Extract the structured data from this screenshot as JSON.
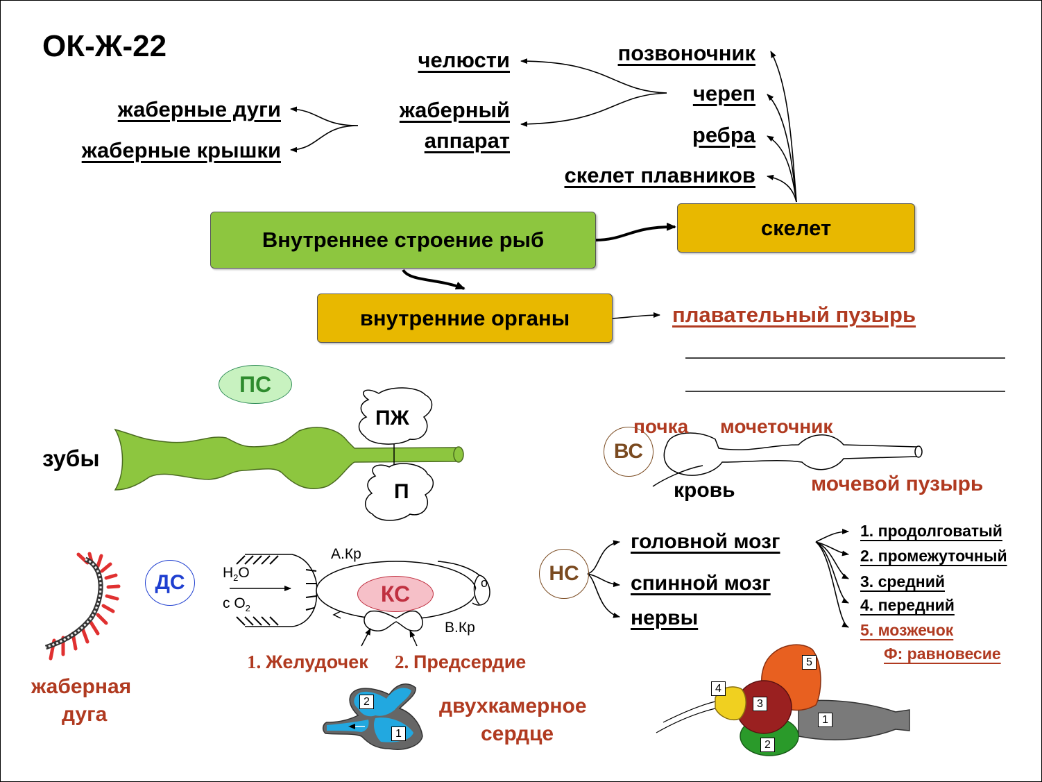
{
  "title": "ОК-Ж-22",
  "colors": {
    "green": "#8dc63f",
    "yellow": "#e8b800",
    "red_text": "#b03a20",
    "blue": "#1f3fd0",
    "heart_blue": "#22a8e0"
  },
  "main_box": "Внутреннее строение рыб",
  "skeleton": {
    "box": "скелет",
    "items": [
      "позвоночник",
      "череп",
      "ребра",
      "скелет плавников"
    ],
    "skull_parts": [
      "челюсти",
      "жаберный",
      "аппарат"
    ],
    "gill_parts": [
      "жаберные дуги",
      "жаберные крышки"
    ]
  },
  "organs": {
    "box": "внутренние органы",
    "swim_bladder": "плавательный пузырь"
  },
  "digestive": {
    "badge": "ПС",
    "teeth": "зубы",
    "pancreas": "ПЖ",
    "liver": "П"
  },
  "excretory": {
    "badge": "ВС",
    "kidney": "почка",
    "ureter": "мочеточник",
    "blood": "кровь",
    "bladder": "мочевой пузырь"
  },
  "respiratory": {
    "badge": "ДС",
    "water_h": "H",
    "water_sub": "2",
    "water_o": "O",
    "with_prefix": "с O",
    "with_sub": "2",
    "gill_arch_1": "жаберная",
    "gill_arch_2": "дуга"
  },
  "circulatory": {
    "badge": "КС",
    "artery": "А.Кр",
    "vein": "В.Кр",
    "o_mark": "о",
    "ventricle_num": "1.",
    "ventricle": "Желудочек",
    "atrium_num": "2.",
    "atrium": "Предсердие",
    "heart_1": "двухкамерное",
    "heart_2": "сердце",
    "heart_labels": [
      "2",
      "1"
    ]
  },
  "nervous": {
    "badge": "НС",
    "items": [
      "головной мозг",
      "спинной мозг",
      "нервы"
    ],
    "brain_parts": [
      "1. продолговатый",
      "2. промежуточный",
      "3. средний",
      "4. передний",
      "5. мозжечок"
    ],
    "function": "Ф: равновесие",
    "brain_labels": [
      "5",
      "4",
      "3",
      "1",
      "2"
    ]
  }
}
